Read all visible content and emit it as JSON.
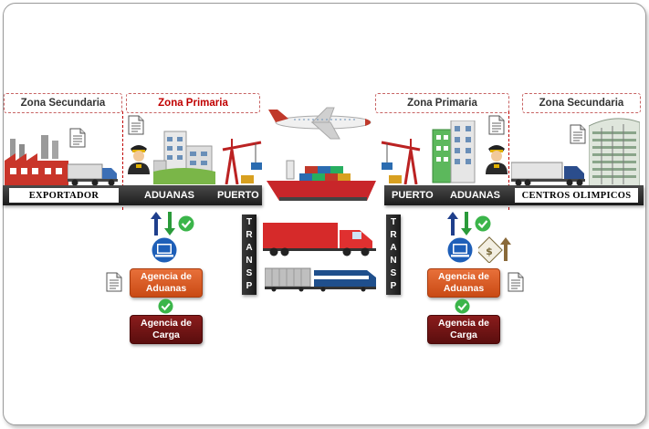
{
  "zones": {
    "left_secondary": "Zona Secundaria",
    "left_primary": "Zona Primaria",
    "right_primary": "Zona Primaria",
    "right_secondary": "Zona Secundaria"
  },
  "left_bar": {
    "exportador": "EXPORTADOR",
    "aduanas": "ADUANAS",
    "puerto": "PUERTO"
  },
  "right_bar": {
    "puerto": "PUERTO",
    "aduanas": "ADUANAS",
    "centros": "CENTROS OLIMPICOS"
  },
  "transport": {
    "left_letters": [
      "T",
      "R",
      "A",
      "N",
      "S",
      "P"
    ],
    "right_letters": [
      "T",
      "R",
      "A",
      "N",
      "S",
      "P"
    ]
  },
  "agencies": {
    "left_customs": "Agencia de Aduanas",
    "left_cargo": "Agencia de Carga",
    "right_customs": "Agencia de Aduanas",
    "right_cargo": "Agencia de Carga"
  },
  "colors": {
    "agency_customs": "#d85a24",
    "agency_cargo": "#6e1414",
    "primary_zone_text": "#c00000",
    "check_green": "#3bb54a",
    "arrow_blue": "#1f3f8c",
    "arrow_green": "#2a9a3a"
  },
  "icons": [
    "factory-icon",
    "truck-icon",
    "document-icon",
    "officer-icon",
    "customs-building-icon",
    "port-crane-icon",
    "airplane-icon",
    "cargo-ship-icon",
    "train-icon",
    "computer-icon",
    "check-icon",
    "arrow-up-icon",
    "arrow-down-icon",
    "money-icon",
    "warehouse-building-icon"
  ]
}
